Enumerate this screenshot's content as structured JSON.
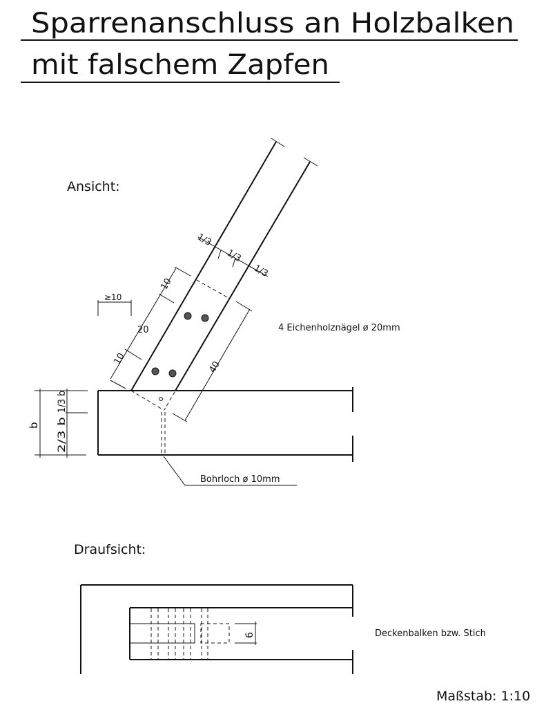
{
  "title": {
    "line1": "Sparrenanschluss an Holzbalken",
    "line2": "mit falschem Zapfen"
  },
  "ansicht": {
    "label": "Ansicht:",
    "dims": {
      "one_third_a": "1/3",
      "one_third_b": "1/3",
      "one_third_c": "1/3",
      "ten_top": "10",
      "twenty": "20",
      "ten_bottom": "10",
      "forty": "40",
      "min_ten": "≥10",
      "b": "b",
      "two_thirds_b": "2/3 b",
      "one_third_b_beam": "1/3 b"
    },
    "nails_note": "4 Eichenholznägel ø 20mm",
    "drill_note": "Bohrloch ø 10mm"
  },
  "draufsicht": {
    "label": "Draufsicht:",
    "dim": "6",
    "beam_note": "Deckenbalken bzw. Stich"
  },
  "scale": "Maßstab: 1:10"
}
